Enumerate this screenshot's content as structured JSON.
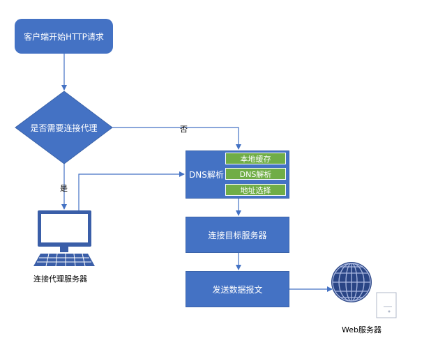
{
  "nodes": {
    "start": "客户端开始HTTP请求",
    "decision": "是否需要连接代理",
    "dns": "DNS解析",
    "dns_steps": [
      "本地缓存",
      "DNS解析",
      "地址选择"
    ],
    "connect_target": "连接目标服务器",
    "send_data": "发送数据报文"
  },
  "edges": {
    "no_label": "否",
    "yes_label": "是"
  },
  "devices": {
    "proxy_label": "连接代理服务器",
    "web_label": "Web服务器",
    "proxy_icon": "computer-monitor-icon",
    "web_icon": "globe-server-icon"
  },
  "colors": {
    "primary": "#4472C4",
    "accent": "#70AD47"
  }
}
